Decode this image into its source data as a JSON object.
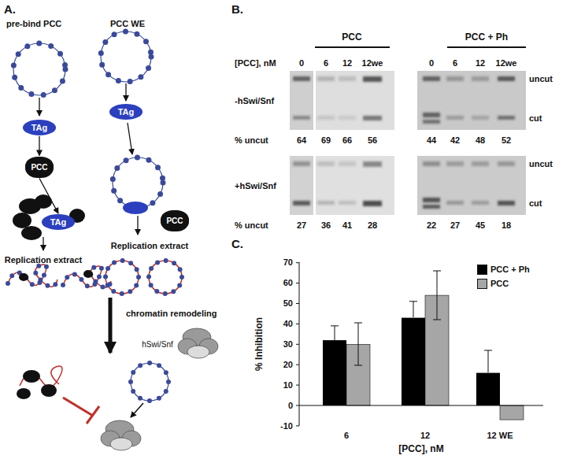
{
  "diagram": {
    "nodes": [
      {
        "text": [
          "TAg"
        ]
      },
      {
        "text": [
          "PCC"
        ]
      },
      {
        "text": [
          "TAg"
        ]
      },
      {
        "text": [
          "TAg"
        ]
      },
      {
        "text": [
          "PCC"
        ]
      }
    ],
    "edges": [
      {
        "from": 0,
        "to": 1,
        "arrow": "to"
      },
      {
        "from": 1,
        "to": 2,
        "arrow": "to"
      }
    ],
    "labels": [
      "A.",
      "pre-bind PCC",
      "PCC WE",
      "Replication extract",
      "Replication extract",
      "chromatin remodeling",
      "hSwi/Snf",
      "B.",
      "PCC",
      "PCC + Ph",
      "[PCC], nM",
      "0",
      "6",
      "12",
      "12we",
      "0",
      "6",
      "12",
      "12we",
      "-hSwi/Snf",
      "uncut",
      "cut",
      "% uncut",
      "64",
      "69",
      "66",
      "56",
      "44",
      "42",
      "48",
      "52",
      "+hSwi/Snf",
      "uncut",
      "cut",
      "% uncut",
      "27",
      "36",
      "41",
      "28",
      "22",
      "27",
      "45",
      "18",
      "C.",
      "70",
      "60",
      "50",
      "40",
      "30",
      "20",
      "10",
      "0",
      "-10",
      "% Inhibition",
      "6",
      "12",
      "12 WE",
      "[PCC], nM"
    ],
    "legend": [
      {
        "text": "PCC + Ph",
        "color": "#000000"
      },
      {
        "text": "PCC",
        "color": "#a6a6a6"
      }
    ]
  }
}
